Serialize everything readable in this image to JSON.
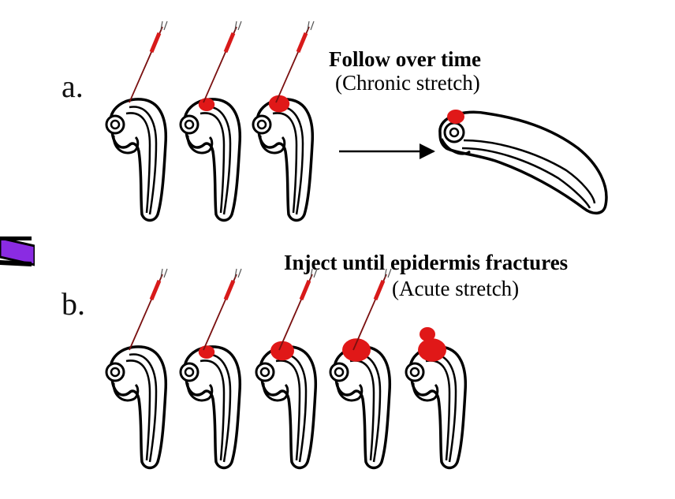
{
  "panel_a": {
    "label": "a.",
    "title": "Follow over time",
    "subtitle": "(Chronic stretch)",
    "embryo_count": 3,
    "growth_stages": [
      0,
      0.35,
      0.6
    ],
    "result_stage": "elongated-embryo"
  },
  "panel_b": {
    "label": "b.",
    "title": "Inject until epidermis fractures",
    "subtitle": "(Acute stretch)",
    "embryo_count": 5,
    "growth_stages": [
      0,
      0.35,
      0.75,
      1.0,
      1.0
    ]
  },
  "colors": {
    "bleb": "#e01818",
    "needle": "#d81a1a",
    "outline": "#000000",
    "side_mark": "#8a2be2"
  }
}
